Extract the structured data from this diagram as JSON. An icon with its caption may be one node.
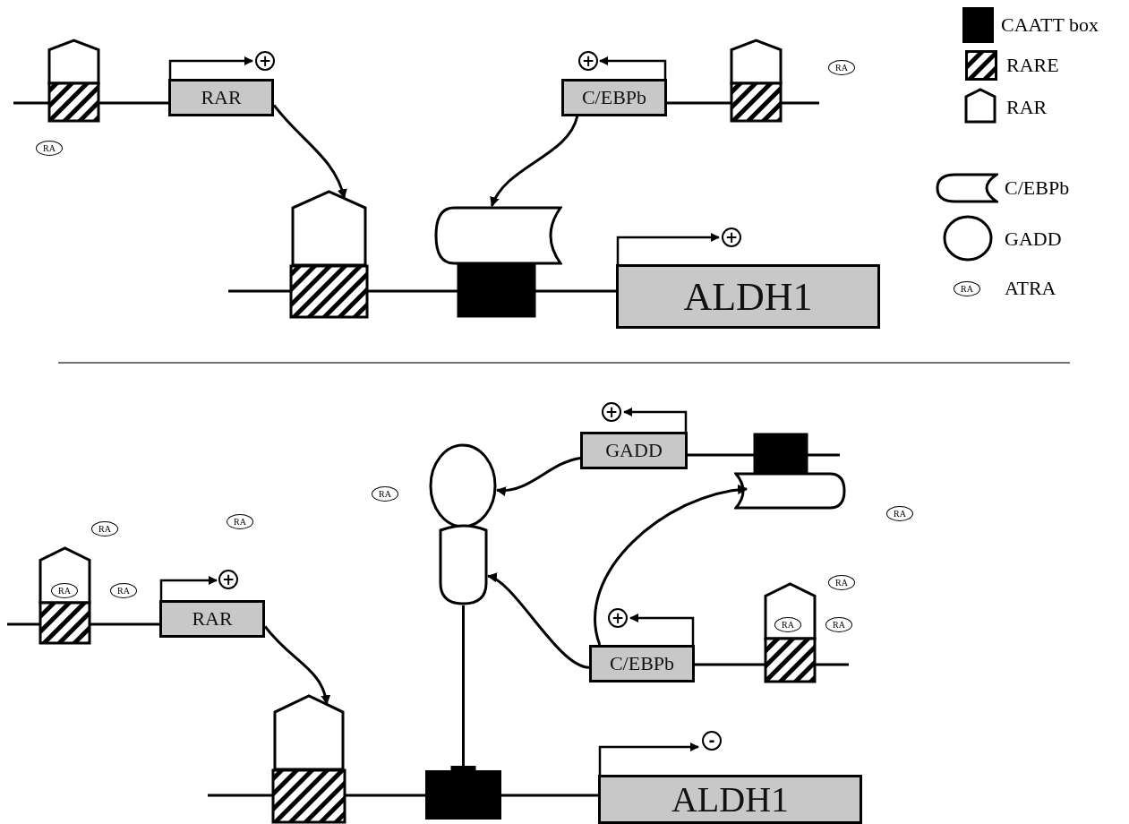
{
  "diagram": {
    "nodes": [
      {
        "text": [
          "RAR"
        ]
      },
      {
        "text": [
          "C/EBPb"
        ]
      },
      {
        "text": [],
        "shape": "pentagon"
      },
      {
        "text": [],
        "shape": "cylinder"
      },
      {
        "text": [
          "ALDH1"
        ]
      },
      {
        "text": [
          "GADD"
        ]
      },
      {
        "text": [],
        "shape": "circle"
      },
      {
        "text": [],
        "shape": "cylinder"
      },
      {
        "text": [],
        "shape": "cylinder"
      },
      {
        "text": [
          "RAR"
        ]
      },
      {
        "text": [
          "C/EBPb"
        ]
      },
      {
        "text": [],
        "shape": "pentagon"
      },
      {
        "text": [],
        "shape": "box"
      },
      {
        "text": [
          "ALDH1"
        ]
      }
    ],
    "edges": [
      {
        "from": 0,
        "to": 2,
        "arrow": "to"
      },
      {
        "from": 1,
        "to": 3,
        "arrow": "to"
      },
      {
        "from": 5,
        "to": 6,
        "arrow": "to"
      },
      {
        "from": 10,
        "to": 7,
        "arrow": "to"
      },
      {
        "from": 10,
        "to": 8,
        "arrow": "to"
      },
      {
        "from": 9,
        "to": 11,
        "arrow": "to"
      },
      {
        "from": 7,
        "to": 12,
        "arrow": "other"
      }
    ],
    "labels": [
      "+",
      "+",
      "RA",
      "RA",
      "+",
      "+",
      "RA",
      "RA",
      "RA",
      "RA",
      "+",
      "RA",
      "RA",
      "RA",
      "+",
      "RA",
      "RA",
      "-",
      "RA"
    ],
    "legend": [
      {
        "text": "CAATT box",
        "color": "#000000"
      },
      {
        "text": "RARE"
      },
      {
        "text": "RAR"
      },
      {
        "text": "C/EBPb"
      },
      {
        "text": "GADD"
      },
      {
        "text": "ATRA"
      }
    ]
  }
}
